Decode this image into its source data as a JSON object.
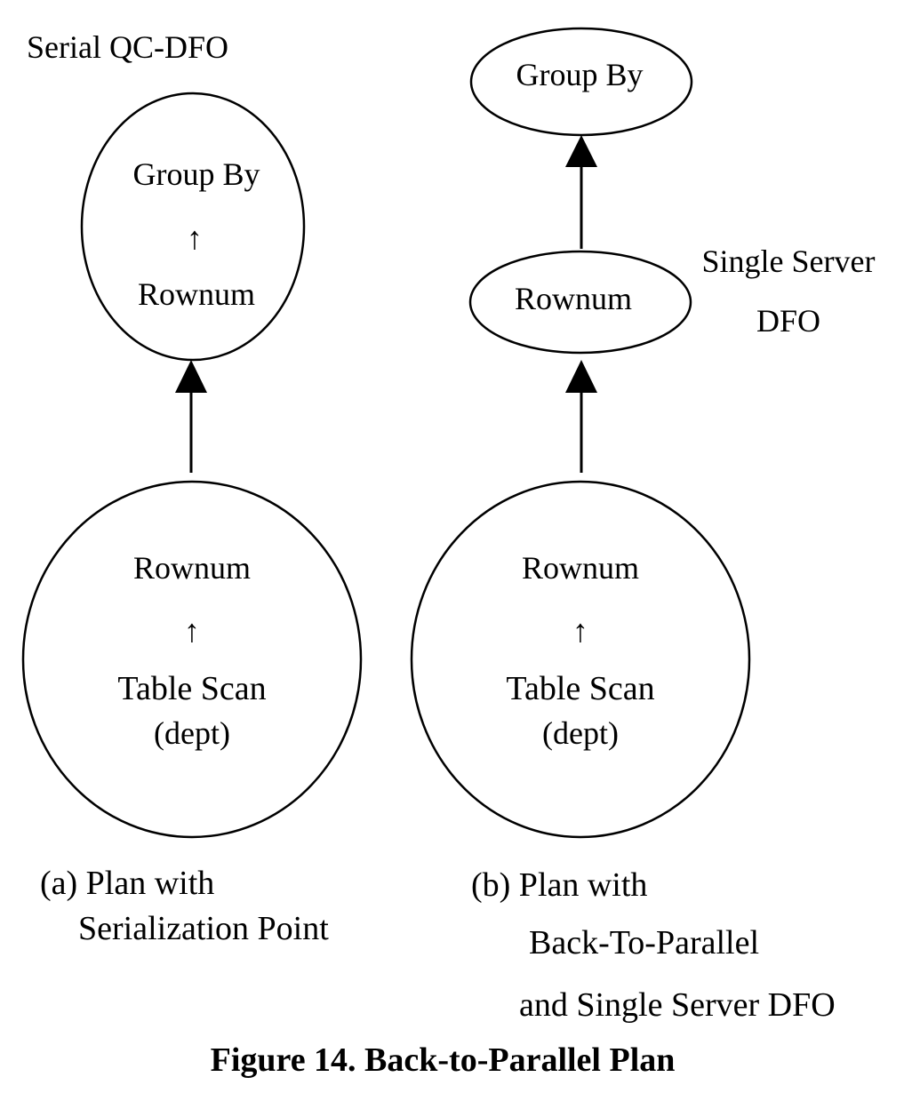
{
  "diagram_a": {
    "label": "Serial QC-DFO",
    "top_node": {
      "line1": "Group By",
      "arrow": "↑",
      "line2": "Rownum"
    },
    "bottom_node": {
      "line1": "Rownum",
      "arrow": "↑",
      "line2": "Table Scan",
      "line3": "(dept)"
    },
    "caption_line1": "(a) Plan with",
    "caption_line2": "Serialization Point"
  },
  "diagram_b": {
    "top_node": "Group By",
    "middle_node": "Rownum",
    "side_label_line1": "Single Server",
    "side_label_line2": "DFO",
    "bottom_node": {
      "line1": "Rownum",
      "arrow": "↑",
      "line2": "Table Scan",
      "line3": "(dept)"
    },
    "caption_line1": "(b) Plan with",
    "caption_line2": "Back-To-Parallel",
    "caption_line3": "and Single Server DFO"
  },
  "figure_caption": "Figure 14. Back-to-Parallel Plan"
}
